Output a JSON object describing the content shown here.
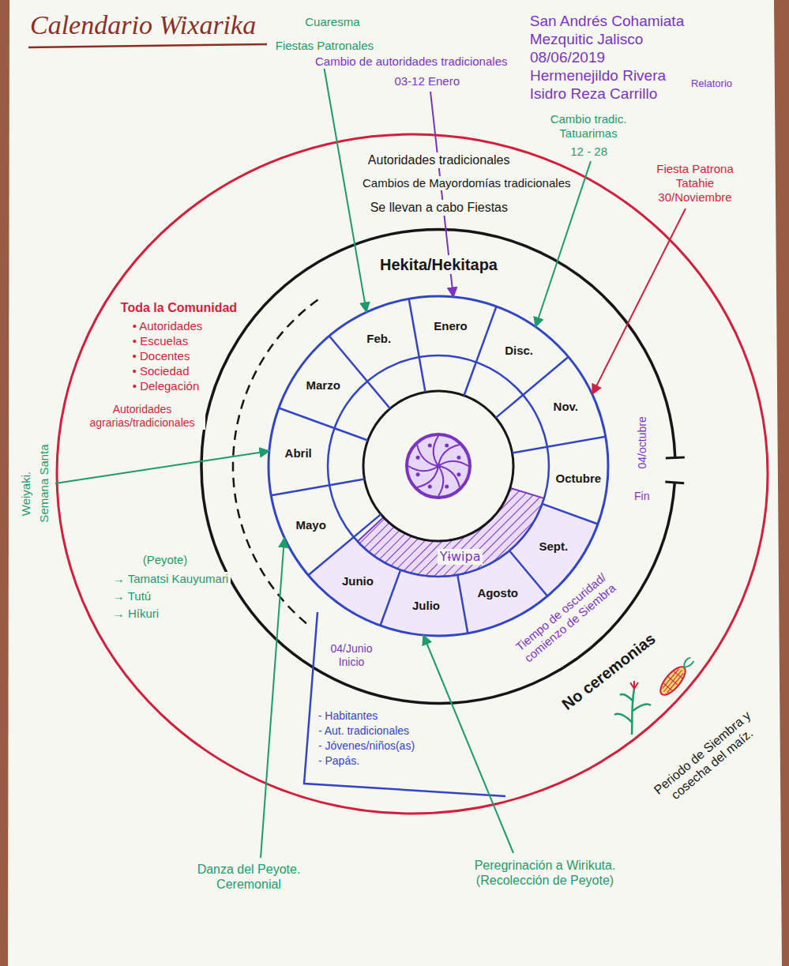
{
  "diagram": {
    "title": "Calendario Wixarika",
    "nodes": [
      {
        "text": [
          "Enero"
        ]
      },
      {
        "text": [
          "Feb."
        ]
      },
      {
        "text": [
          "Marzo"
        ]
      },
      {
        "text": [
          "Abril"
        ]
      },
      {
        "text": [
          "Mayo"
        ]
      },
      {
        "text": [
          "Junio"
        ]
      },
      {
        "text": [
          "Julio"
        ]
      },
      {
        "text": [
          "Agosto"
        ]
      },
      {
        "text": [
          "Sept."
        ]
      },
      {
        "text": [
          "Octubre"
        ]
      },
      {
        "text": [
          "Nov."
        ]
      },
      {
        "text": [
          "Disc."
        ]
      }
    ],
    "labels": [
      "San Andrés Cohamiata",
      "Mezquitic Jalisco",
      "08/06/2019",
      "Hermenejildo Rivera",
      "Relatorio",
      "Isidro Reza Carrillo",
      "Cambio de autoridades tradicionales",
      "03-12 Enero",
      "Cuaresma",
      "Fiestas Patronales",
      "Cambio tradic. Tatuarimas",
      "12 - 28",
      "Fiesta Patrona Tatahie 30/Noviembre",
      "Autoridades tradicionales",
      "Cambios de Mayordomías tradicionales",
      "Se llevan a cabo Fiestas",
      "Hekita/Hekitapa",
      "Toda la Comunidad",
      "• Autoridades",
      "• Escuelas",
      "• Docentes",
      "• Sociedad",
      "• Delegación",
      "Autoridades agrarias/tradicionales",
      "Semana Santa",
      "Weiyaki.",
      "(Peyote)",
      "→ Tamatsi Kauyumari",
      "→ Tutú",
      "→ Híkuri",
      "Yɨwipa",
      "04/octubre",
      "Fin",
      "Tiempo de oscuridad/ comienzo de Siembra",
      "04/Junio Inicio",
      "No ceremonias",
      "- Habitantes",
      "- Aut. tradicionales",
      "- Jóvenes/niños(as)",
      "- Papás.",
      "Periodo de Siembra y cosecha del maíz.",
      "Danza del Peyote. Ceremonial",
      "Peregrinación a Wirikuta. (Recolección de Peyote)"
    ]
  }
}
